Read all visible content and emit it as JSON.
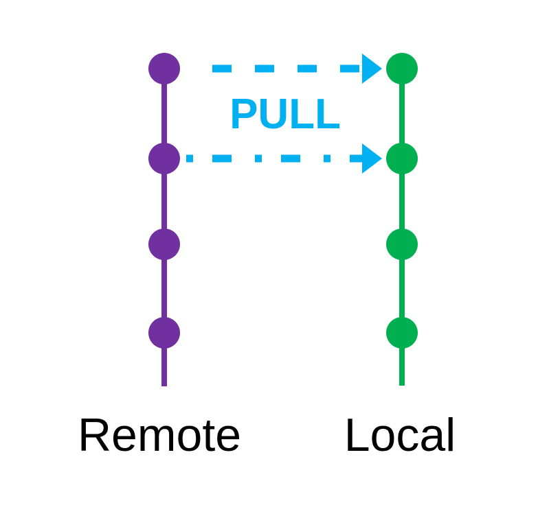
{
  "diagram": {
    "title_label": "PULL",
    "colors": {
      "remote": "#7030A0",
      "local": "#00B050",
      "arrow": "#00B0F0",
      "text": "#000000"
    },
    "branches": [
      {
        "id": "remote",
        "label": "Remote",
        "commit_count": 4
      },
      {
        "id": "local",
        "label": "Local",
        "commit_count": 4
      }
    ],
    "arrows": [
      {
        "from": "remote.commit.0",
        "to": "local.commit.0",
        "style": "dashed"
      },
      {
        "from": "remote.commit.1",
        "to": "local.commit.1",
        "style": "dashed"
      }
    ]
  }
}
